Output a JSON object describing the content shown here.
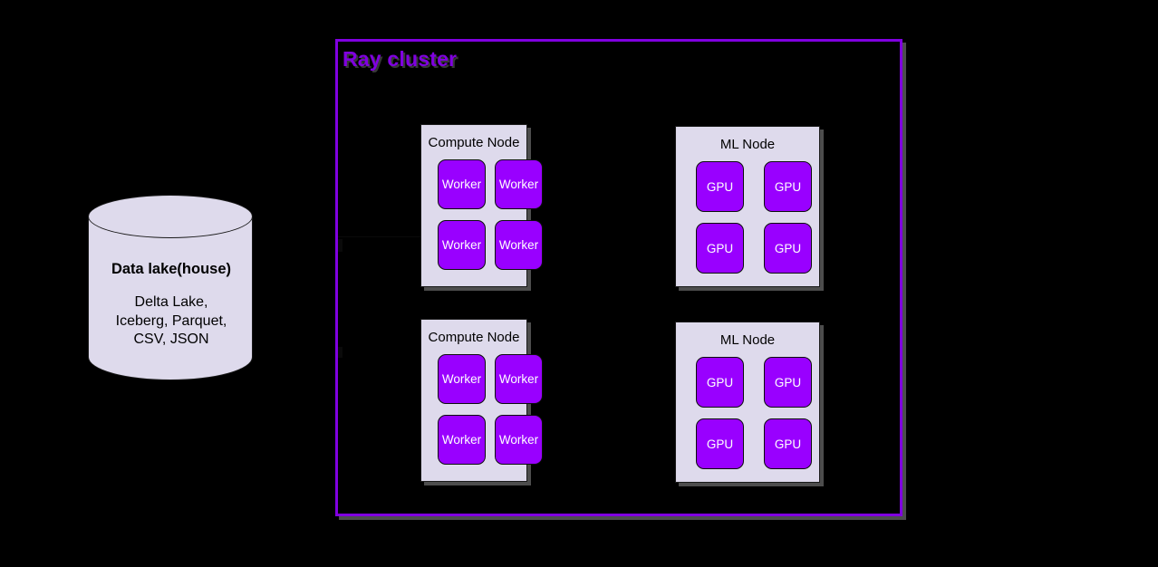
{
  "diagram": {
    "title": "Ray cluster architecture with data lakehouse source",
    "background_color": "#000000",
    "accent_color": "#8000E0",
    "unit_color": "#9900FF",
    "node_fill": "#DEDAEC"
  },
  "data_lake": {
    "name": "data-lake-cylinder",
    "title": "Data lake(house)",
    "formats": "Delta Lake,\nIceberg, Parquet,\nCSV, JSON",
    "formats_line1": "Delta Lake,",
    "formats_line2": "Iceberg, Parquet,",
    "formats_line3": "CSV, JSON"
  },
  "cluster": {
    "title": "Ray cluster",
    "nodes": [
      {
        "id": "compute-1",
        "label": "Compute Node",
        "type": "compute",
        "units": [
          {
            "label": "Worker"
          },
          {
            "label": "Worker"
          },
          {
            "label": "Worker"
          },
          {
            "label": "Worker"
          }
        ]
      },
      {
        "id": "ml-1",
        "label": "ML Node",
        "type": "ml",
        "units": [
          {
            "label": "GPU"
          },
          {
            "label": "GPU"
          },
          {
            "label": "GPU"
          },
          {
            "label": "GPU"
          }
        ]
      },
      {
        "id": "compute-2",
        "label": "Compute Node",
        "type": "compute",
        "units": [
          {
            "label": "Worker"
          },
          {
            "label": "Worker"
          },
          {
            "label": "Worker"
          },
          {
            "label": "Worker"
          }
        ]
      },
      {
        "id": "ml-2",
        "label": "ML Node",
        "type": "ml",
        "units": [
          {
            "label": "GPU"
          },
          {
            "label": "GPU"
          },
          {
            "label": "GPU"
          },
          {
            "label": "GPU"
          }
        ]
      }
    ]
  },
  "connectors": [
    {
      "name": "lake-to-compute-1-row-1"
    },
    {
      "name": "lake-to-compute-1-row-2"
    },
    {
      "name": "lake-to-compute-2-row-1"
    },
    {
      "name": "lake-to-compute-2-row-2"
    },
    {
      "name": "lake-to-ml-1"
    },
    {
      "name": "lake-to-ml-2"
    }
  ]
}
